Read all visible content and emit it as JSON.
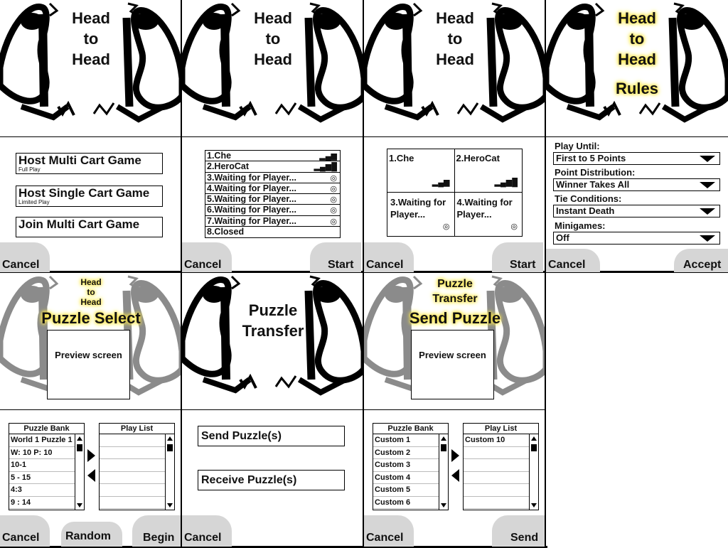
{
  "colors": {
    "highlight": "#ffe84a",
    "tab": "#d6d6d6"
  },
  "screens": {
    "menu": {
      "title": [
        "Head",
        "to",
        "Head"
      ],
      "host_multi": {
        "label": "Host Multi Cart Game",
        "sub": "Full Play"
      },
      "host_single": {
        "label": "Host Single Cart Game",
        "sub": "Limited Play"
      },
      "join_multi": {
        "label": "Join Multi Cart Game"
      },
      "cancel": "Cancel"
    },
    "lobby": {
      "title": [
        "Head",
        "to",
        "Head"
      ],
      "players": [
        "1.Che",
        "2.HeroCat",
        "3.Waiting for Player...",
        "4.Waiting for Player...",
        "5.Waiting for Player...",
        "6.Waiting for Player...",
        "7.Waiting for Player...",
        "8.Closed"
      ],
      "cancel": "Cancel",
      "start": "Start"
    },
    "lobby4": {
      "title": [
        "Head",
        "to",
        "Head"
      ],
      "slots": [
        {
          "num": "1.",
          "name": "Che"
        },
        {
          "num": "2.",
          "name": "HeroCat"
        },
        {
          "num": "3.",
          "name": "Waiting for Player..."
        },
        {
          "num": "4.",
          "name": "Waiting for Player..."
        }
      ],
      "cancel": "Cancel",
      "start": "Start"
    },
    "rules": {
      "title": [
        "Head",
        "to",
        "Head"
      ],
      "subtitle": "Rules",
      "play_until": {
        "label": "Play Until:",
        "value": "First to 5 Points"
      },
      "point_dist": {
        "label": "Point Distribution:",
        "value": "Winner Takes All"
      },
      "tie": {
        "label": "Tie Conditions:",
        "value": "Instant Death"
      },
      "minigames": {
        "label": "Minigames:",
        "value": "Off"
      },
      "cancel": "Cancel",
      "accept": "Accept"
    },
    "puzzle_select": {
      "small_title": [
        "Head",
        "to",
        "Head"
      ],
      "title": "Puzzle Select",
      "preview": "Preview screen",
      "bank_header": "Puzzle Bank",
      "bank": [
        "World 1 Puzzle 1",
        "W: 10 P: 10",
        "10-1",
        "5 - 15",
        "4:3",
        "9 : 14"
      ],
      "list_header": "Play List",
      "cancel": "Cancel",
      "random": "Random",
      "begin": "Begin"
    },
    "transfer": {
      "title": [
        "Puzzle",
        "Transfer"
      ],
      "send": "Send Puzzle(s)",
      "receive": "Receive Puzzle(s)",
      "cancel": "Cancel"
    },
    "send_puzzle": {
      "small_title": [
        "Puzzle",
        "Transfer"
      ],
      "title": "Send Puzzle",
      "preview": "Preview screen",
      "bank_header": "Puzzle Bank",
      "bank": [
        "Custom 1",
        "Custom 2",
        "Custom 3",
        "Custom 4",
        "Custom 5",
        "Custom 6"
      ],
      "list_header": "Play List",
      "list": [
        "Custom 10"
      ],
      "cancel": "Cancel",
      "send": "Send"
    }
  }
}
